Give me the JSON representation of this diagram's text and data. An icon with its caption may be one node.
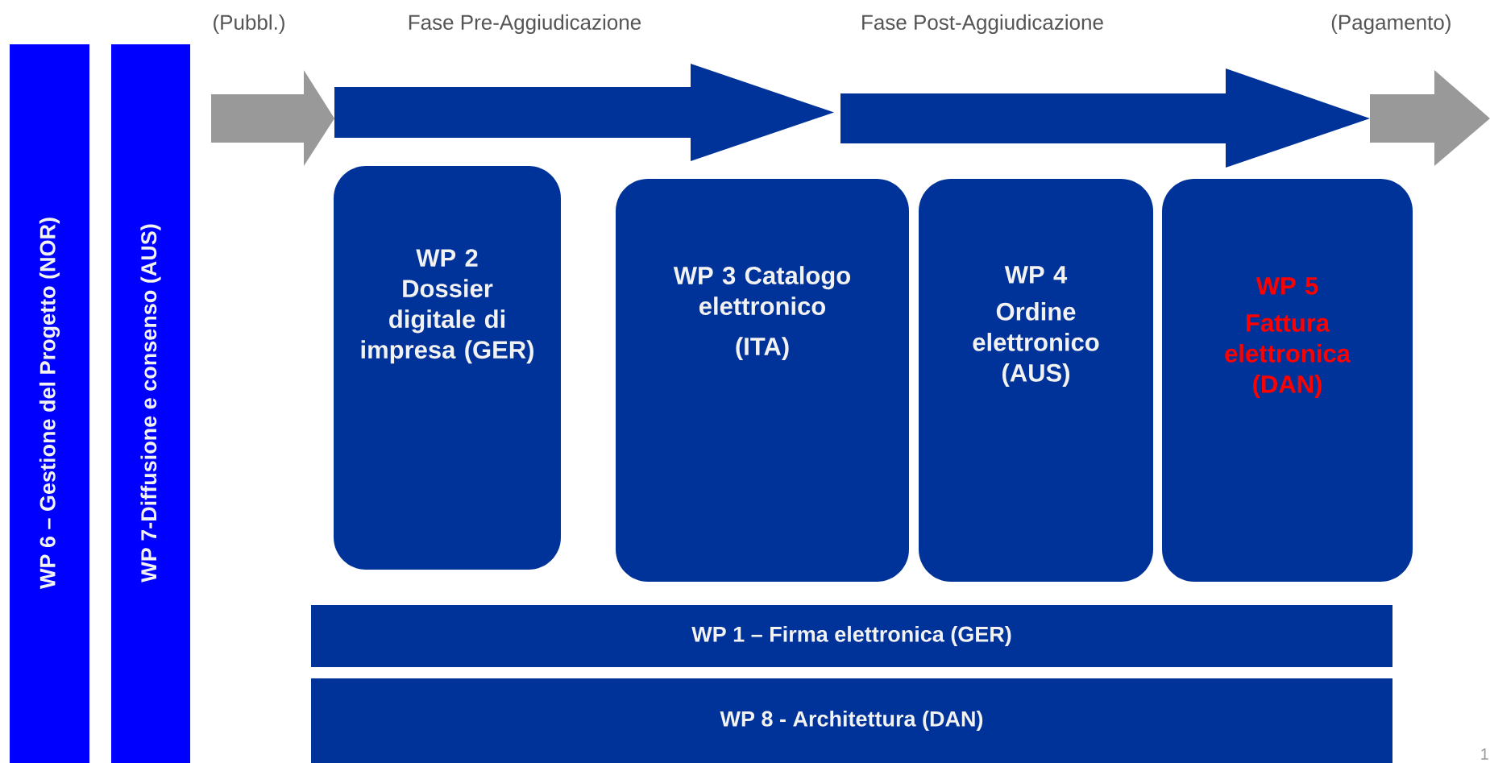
{
  "diagram": {
    "nodes": [
      {
        "text": [
          "WP 6 – Gestione del Progetto (NOR)"
        ]
      },
      {
        "text": [
          "WP 7-Diffusione e consenso (AUS)"
        ]
      },
      {
        "text": [],
        "shape": "band",
        "beside": [
          "(Pubbl.)"
        ]
      },
      {
        "text": [],
        "shape": "band",
        "beside": [
          "Fase Pre-Aggiudicazione"
        ]
      },
      {
        "text": [],
        "shape": "band",
        "beside": [
          "Fase Post-Aggiudicazione"
        ]
      },
      {
        "text": [],
        "shape": "band",
        "beside": [
          "(Pagamento)"
        ]
      },
      {
        "text": [
          "WP 2",
          "Dossier digitale di impresa (GER)"
        ]
      },
      {
        "text": [
          "WP 3 Catalogo elettronico",
          "(ITA)"
        ]
      },
      {
        "text": [
          "WP 4",
          "Ordine elettronico (AUS)"
        ]
      },
      {
        "text": [
          "WP 5",
          "Fattura elettronica (DAN)"
        ]
      },
      {
        "text": [
          "WP 1 – Firma elettronica (GER)"
        ]
      },
      {
        "text": [
          "WP 8 - Architettura (DAN)"
        ]
      }
    ],
    "labels": [
      "1"
    ]
  }
}
